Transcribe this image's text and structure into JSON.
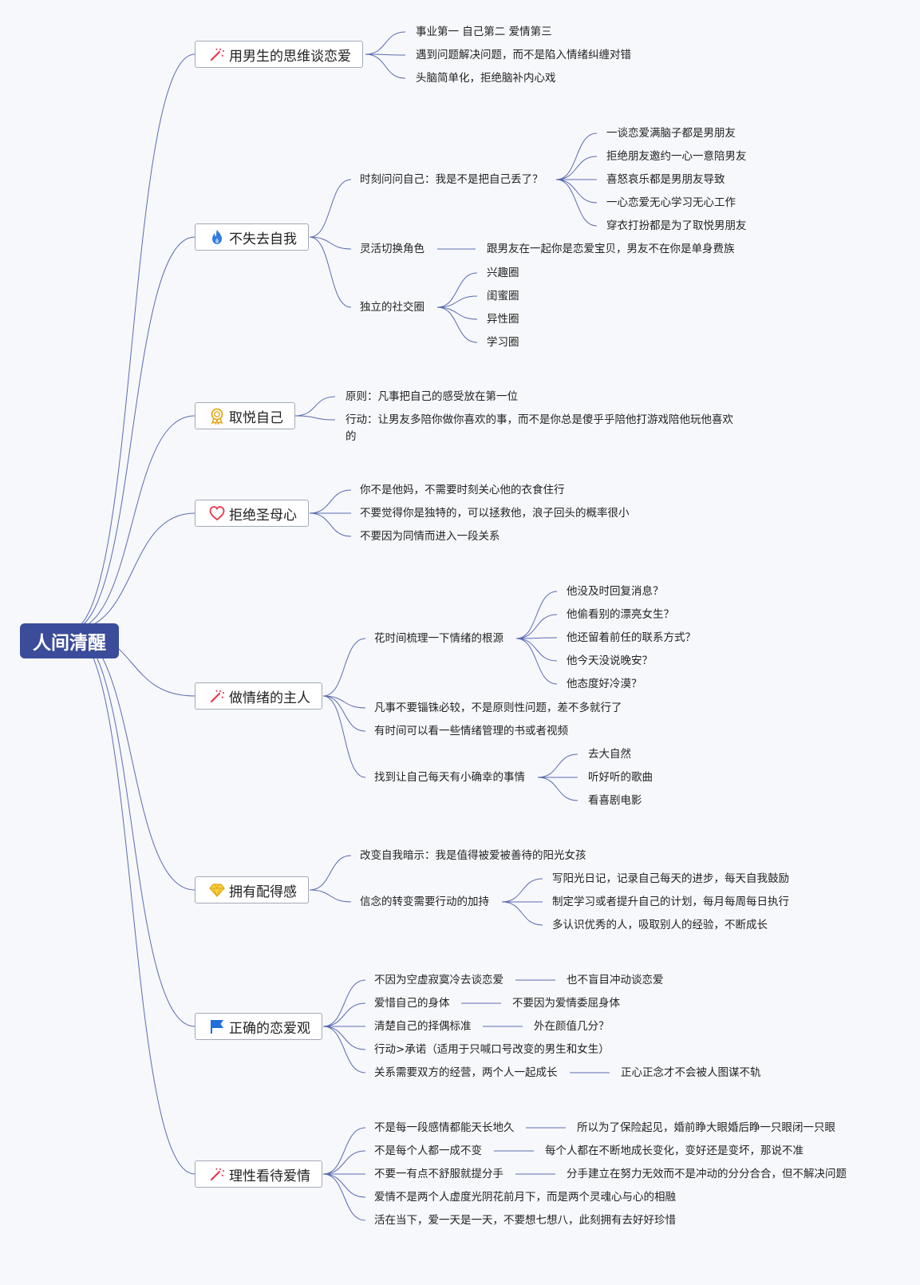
{
  "root": {
    "label": "人间清醒"
  },
  "topics": [
    {
      "label": "用男生的思维谈恋爱",
      "icon": "wand-icon",
      "children": [
        "事业第一 自己第二 爱情第三",
        "遇到问题解决问题，而不是陷入情绪纠缠对错",
        "头脑简单化，拒绝脑补内心戏"
      ]
    },
    {
      "label": "不失去自我",
      "icon": "flame-icon",
      "children": [
        {
          "label": "时刻问问自己：我是不是把自己丢了？",
          "children": [
            "一谈恋爱满脑子都是男朋友",
            "拒绝朋友邀约一心一意陪男友",
            "喜怒哀乐都是男朋友导致",
            "一心恋爱无心学习无心工作",
            "穿衣打扮都是为了取悦男朋友"
          ]
        },
        {
          "label": "灵活切换角色",
          "children": [
            "跟男友在一起你是恋爱宝贝，男友不在你是单身费族"
          ]
        },
        {
          "label": "独立的社交圈",
          "children": [
            "兴趣圈",
            "闺蜜圈",
            "异性圈",
            "学习圈"
          ]
        }
      ]
    },
    {
      "label": "取悦自己",
      "icon": "award-icon",
      "children": [
        "原则：凡事把自己的感受放在第一位",
        "行动：让男友多陪你做你喜欢的事，而不是你总是傻乎乎陪他打游戏陪他玩他喜欢的"
      ]
    },
    {
      "label": "拒绝圣母心",
      "icon": "heart-icon",
      "children": [
        "你不是他妈，不需要时刻关心他的衣食住行",
        "不要觉得你是独特的，可以拯救他，浪子回头的概率很小",
        "不要因为同情而进入一段关系"
      ]
    },
    {
      "label": "做情绪的主人",
      "icon": "wand-icon",
      "children": [
        {
          "label": "花时间梳理一下情绪的根源",
          "children": [
            "他没及时回复消息？",
            "他偷看别的漂亮女生？",
            "他还留着前任的联系方式？",
            "他今天没说晚安？",
            "他态度好冷漠？"
          ]
        },
        "凡事不要锱铢必较，不是原则性问题，差不多就行了",
        "有时间可以看一些情绪管理的书或者视频",
        {
          "label": "找到让自己每天有小确幸的事情",
          "children": [
            "去大自然",
            "听好听的歌曲",
            "看喜剧电影"
          ]
        }
      ]
    },
    {
      "label": "拥有配得感",
      "icon": "diamond-icon",
      "children": [
        "改变自我暗示：我是值得被爱被善待的阳光女孩",
        {
          "label": "信念的转变需要行动的加持",
          "children": [
            "写阳光日记，记录自己每天的进步，每天自我鼓励",
            "制定学习或者提升自己的计划，每月每周每日执行",
            "多认识优秀的人，吸取别人的经验，不断成长"
          ]
        }
      ]
    },
    {
      "label": "正确的恋爱观",
      "icon": "flag-icon",
      "children": [
        {
          "label": "不因为空虚寂寞冷去谈恋爱",
          "children": [
            "也不盲目冲动谈恋爱"
          ]
        },
        {
          "label": "爱惜自己的身体",
          "children": [
            "不要因为爱情委屈身体"
          ]
        },
        {
          "label": "清楚自己的择偶标准",
          "children": [
            "外在颜值几分？"
          ]
        },
        "行动>承诺（适用于只喊口号改变的男生和女生）",
        {
          "label": "关系需要双方的经营，两个人一起成长",
          "children": [
            "正心正念才不会被人图谋不轨"
          ]
        }
      ]
    },
    {
      "label": "理性看待爱情",
      "icon": "wand-icon",
      "children": [
        {
          "label": "不是每一段感情都能天长地久",
          "children": [
            "所以为了保险起见，婚前睁大眼婚后睁一只眼闭一只眼"
          ]
        },
        {
          "label": "不是每个人都一成不变",
          "children": [
            "每个人都在不断地成长变化，变好还是变坏，那说不准"
          ]
        },
        {
          "label": "不要一有点不舒服就提分手",
          "children": [
            "分手建立在努力无效而不是冲动的分分合合，但不解决问题"
          ]
        },
        "爱情不是两个人虚度光阴花前月下，而是两个灵魂心与心的相融",
        "活在当下，爱一天是一天，不要想七想八，此刻拥有去好好珍惜"
      ]
    }
  ],
  "colors": {
    "root_bg": "#3a4c9a",
    "line": "#5b6bb0",
    "topic_border": "#a3a9b8"
  }
}
